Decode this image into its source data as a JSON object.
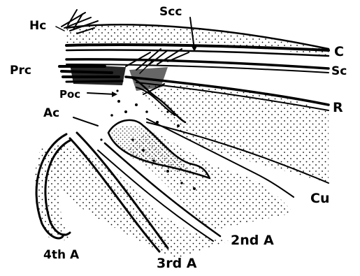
{
  "labels": {
    "hc": "Hc",
    "scc": "Scc",
    "c": "C",
    "sc": "Sc",
    "prc": "Prc",
    "poc": "Poc",
    "r": "R",
    "ac": "Ac",
    "cu": "Cu",
    "a2": "2nd A",
    "a3": "3rd A",
    "a4": "4th A"
  }
}
